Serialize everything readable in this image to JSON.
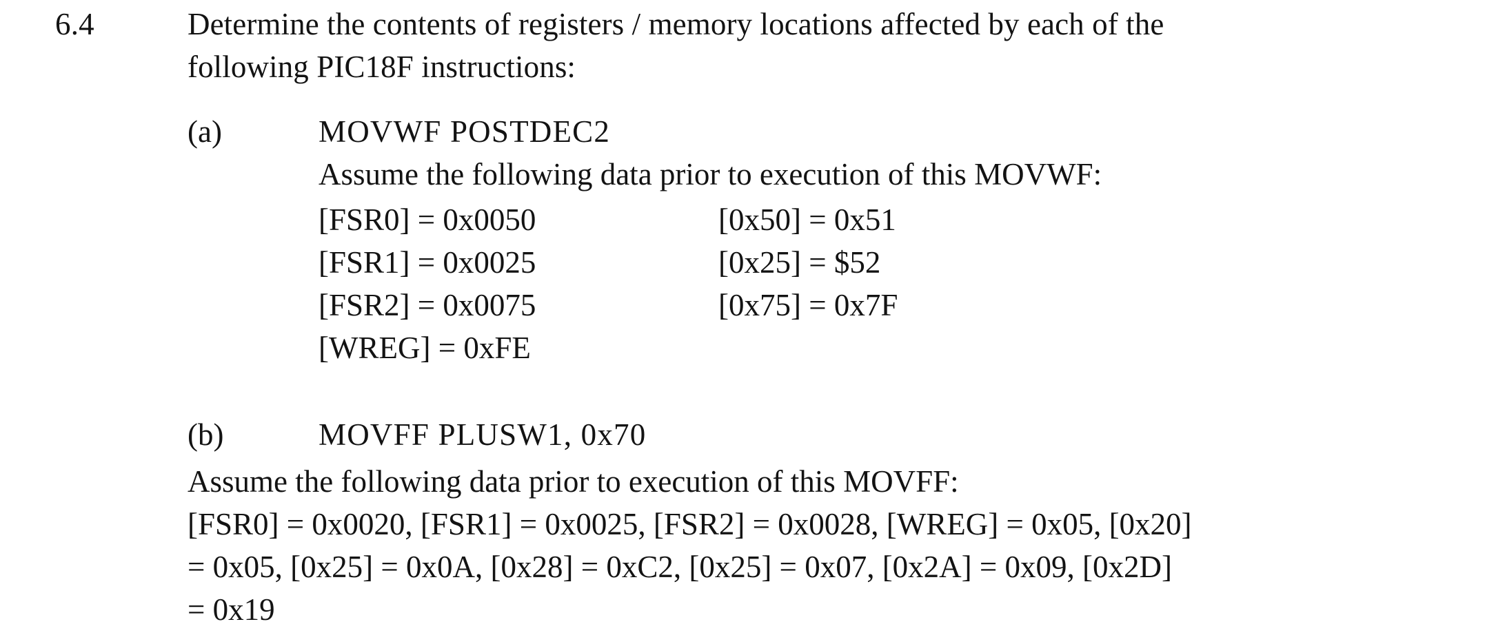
{
  "document": {
    "problem_number": "6.4",
    "stem_line_1": "Determine the contents of registers / memory locations affected by each of the",
    "stem_line_2": "following PIC18F  instructions:"
  },
  "part_a": {
    "label": "(a)",
    "instruction": "MOVWF  POSTDEC2",
    "assume_line": "Assume the following data prior to execution of this MOVWF:",
    "registers": [
      {
        "left": "[FSR0] = 0x0050",
        "right": "[0x50] = 0x51"
      },
      {
        "left": "[FSR1] = 0x0025",
        "right": "[0x25] = $52"
      },
      {
        "left": "[FSR2] = 0x0075",
        "right": "[0x75] = 0x7F"
      },
      {
        "left": "[WREG] = 0xFE",
        "right": ""
      }
    ]
  },
  "part_b": {
    "label": "(b)",
    "instruction": "MOVFF   PLUSW1, 0x70",
    "assume_line": "Assume the following data prior to execution of this MOVFF:",
    "data_line_1": "[FSR0] =  0x0020, [FSR1] = 0x0025, [FSR2] = 0x0028, [WREG] = 0x05, [0x20]",
    "data_line_2": "= 0x05, [0x25] = 0x0A, [0x28] = 0xC2, [0x25] = 0x07, [0x2A] = 0x09, [0x2D]",
    "data_line_3": "=  0x19"
  }
}
